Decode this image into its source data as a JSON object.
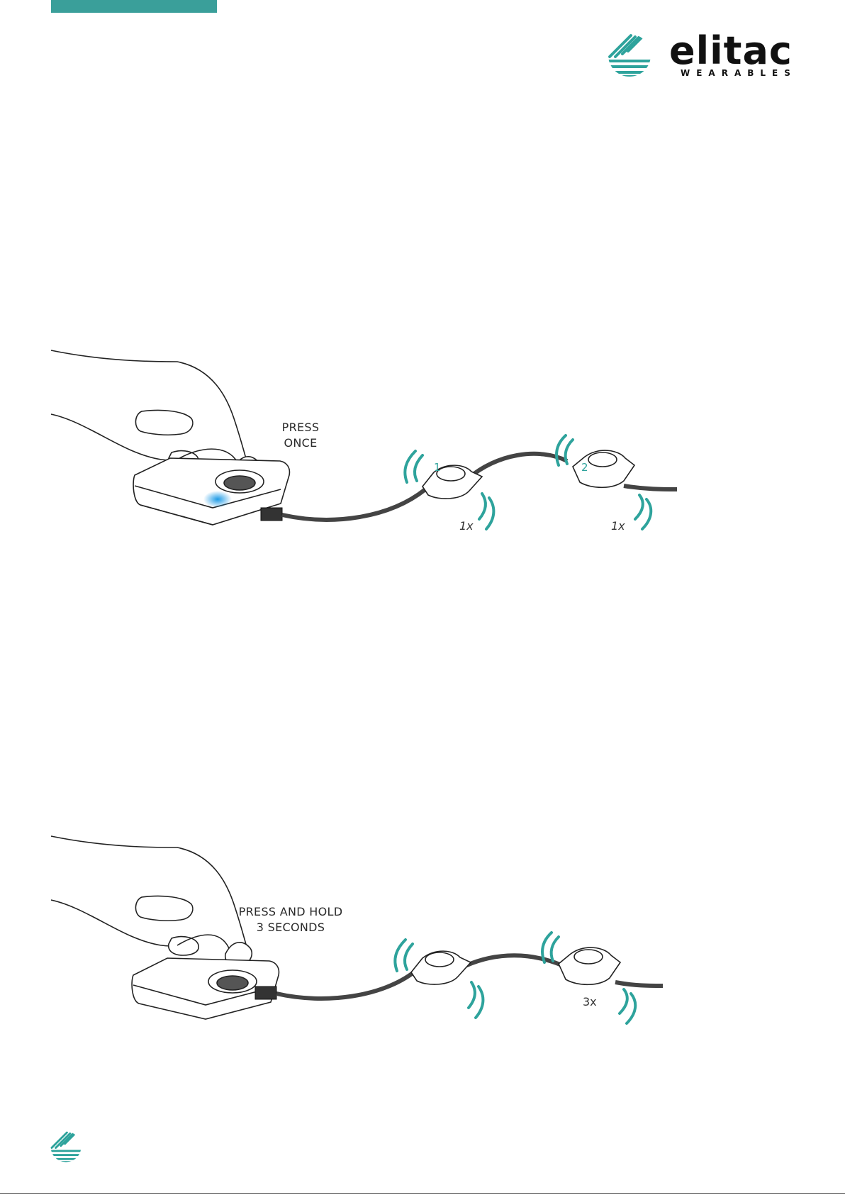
{
  "brand": {
    "accent_color": "#3a9f9a",
    "logo_word": "elitac",
    "logo_sub": "WEARABLES",
    "logo_icon": "elitac-circle-lines-icon"
  },
  "steps": [
    {
      "caption_line1": "PRESS",
      "caption_line2": "ONCE",
      "unit1_number": "1",
      "unit2_number": "2",
      "unit1_count": "1x",
      "unit2_count": "1x",
      "led_color": "#1e9be6"
    },
    {
      "caption_line1": "PRESS AND HOLD",
      "caption_line2": "3 SECONDS",
      "unit2_count": "3x"
    }
  ]
}
